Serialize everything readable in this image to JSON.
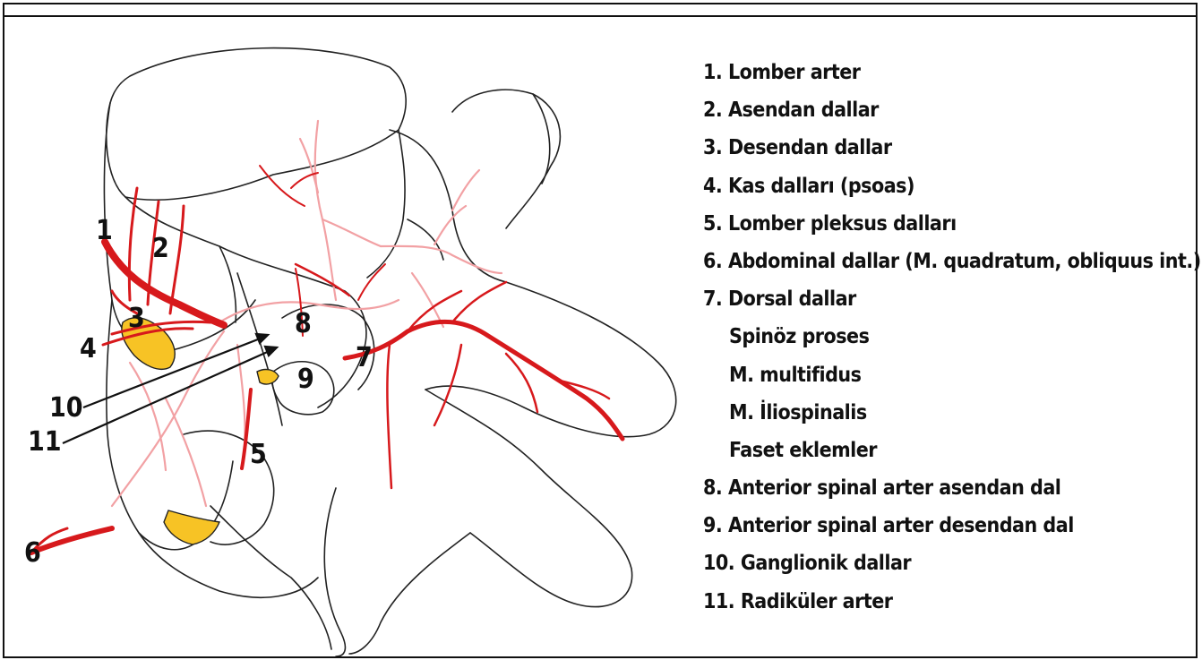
{
  "colors": {
    "artery": "#d7191c",
    "artery_faint": "#f2a1a4",
    "ganglion": "#f7c325",
    "outline": "#111111"
  },
  "figure_labels": [
    "1",
    "2",
    "3",
    "4",
    "5",
    "6",
    "7",
    "8",
    "9",
    "10",
    "11"
  ],
  "legend": [
    {
      "num": "1.",
      "text": "Lomber arter"
    },
    {
      "num": "2.",
      "text": "Asendan dallar"
    },
    {
      "num": "3.",
      "text": "Desendan dallar"
    },
    {
      "num": "4.",
      "text": "Kas dalları (psoas)"
    },
    {
      "num": "5.",
      "text": "Lomber pleksus dalları"
    },
    {
      "num": "6.",
      "text": "Abdominal dallar (M. quadratum, obliquus int.)"
    },
    {
      "num": "7.",
      "text": "Dorsal dallar"
    },
    {
      "num": "",
      "text": "Spinöz proses"
    },
    {
      "num": "",
      "text": "M. multifidus"
    },
    {
      "num": "",
      "text": "M. İliospinalis"
    },
    {
      "num": "",
      "text": "Faset eklemler"
    },
    {
      "num": "8.",
      "text": "Anterior spinal arter asendan dal"
    },
    {
      "num": "9.",
      "text": "Anterior spinal arter desendan dal"
    },
    {
      "num": "10.",
      "text": "Ganglionik dallar"
    },
    {
      "num": "11.",
      "text": "Radiküler arter"
    }
  ]
}
